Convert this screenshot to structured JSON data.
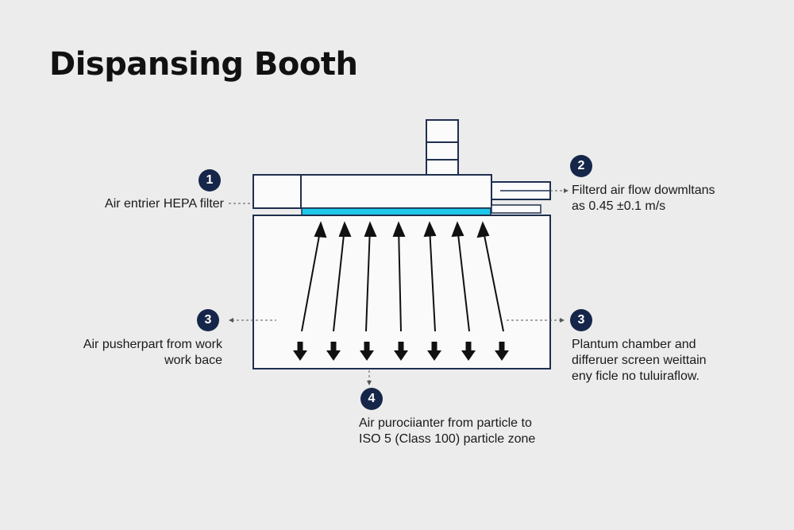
{
  "title": "Dispansing Booth",
  "callouts": [
    {
      "number": "1",
      "lines": [
        "Air entrier HEPA filter"
      ]
    },
    {
      "number": "2",
      "lines": [
        "Filterd air flow dowmltans",
        "as 0.45 ±0.1 m/s"
      ]
    },
    {
      "number": "3",
      "lines": [
        "Air pusherpart from work",
        "work bace"
      ]
    },
    {
      "number": "3",
      "lines": [
        "Plantum chamber and",
        "differuer screen weittain",
        "eny ficle no tuluiraflow."
      ]
    },
    {
      "number": "4",
      "lines": [
        "Air purociianter from particle to",
        "ISO 5 (Class 100) particle zone"
      ]
    }
  ],
  "colors": {
    "filter_strip": "#1ec8e8",
    "badge": "#16264a",
    "outline": "#1f2f4f",
    "arrow": "#111111"
  }
}
